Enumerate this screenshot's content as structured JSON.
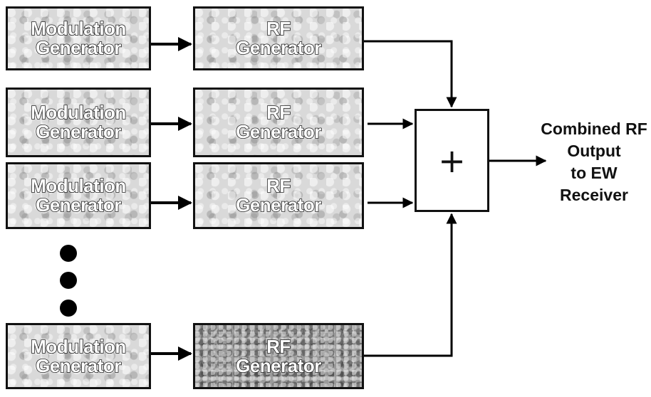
{
  "diagram": {
    "rows": [
      {
        "modulation": [
          "Modulation",
          "Generator"
        ],
        "rf": [
          "RF",
          "Generator"
        ]
      },
      {
        "modulation": [
          "Modulation",
          "Generator"
        ],
        "rf": [
          "RF",
          "Generator"
        ]
      },
      {
        "modulation": [
          "Modulation",
          "Generator"
        ],
        "rf": [
          "RF",
          "Generator"
        ]
      },
      {
        "modulation": [
          "Modulation",
          "Generator"
        ],
        "rf": [
          "RF",
          "Generator"
        ]
      }
    ],
    "combiner_symbol": "+",
    "output_label": [
      "Combined RF",
      "Output",
      "to EW",
      "Receiver"
    ]
  }
}
